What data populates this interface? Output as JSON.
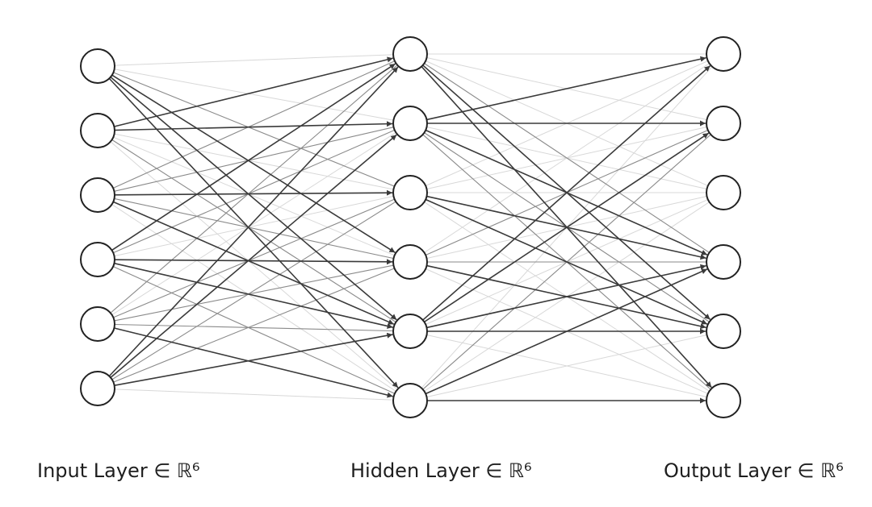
{
  "layers": [
    {
      "id": "input",
      "label": "Input Layer ∈ ℝ⁶",
      "neurons": 6
    },
    {
      "id": "hidden",
      "label": "Hidden Layer ∈ ℝ⁶",
      "neurons": 6
    },
    {
      "id": "output",
      "label": "Output Layer ∈ ℝ⁶",
      "neurons": 6
    }
  ],
  "colors": {
    "node_stroke": "#222222",
    "node_fill": "#ffffff",
    "edge_strong": "#3a3a3a",
    "edge_medium": "#8a8a8a",
    "edge_faint": "#d8d8d8",
    "text": "#1e1e1e"
  },
  "connections": {
    "input_to_hidden": [
      [
        0.05,
        0.1,
        0.35,
        0.85,
        0.9,
        0.7
      ],
      [
        0.9,
        0.95,
        0.2,
        0.15,
        0.4,
        0.15
      ],
      [
        0.35,
        0.4,
        0.85,
        0.3,
        0.7,
        0.25
      ],
      [
        0.8,
        0.3,
        0.25,
        0.85,
        0.7,
        0.35
      ],
      [
        0.3,
        0.25,
        0.4,
        0.35,
        0.3,
        0.75
      ],
      [
        0.85,
        0.75,
        0.35,
        0.3,
        0.85,
        0.1
      ]
    ],
    "hidden_to_output": [
      [
        0.15,
        0.1,
        0.1,
        0.4,
        0.75,
        0.8
      ],
      [
        0.85,
        0.85,
        0.1,
        0.75,
        0.6,
        0.3
      ],
      [
        0.2,
        0.15,
        0.1,
        0.85,
        0.85,
        0.25
      ],
      [
        0.2,
        0.3,
        0.1,
        0.4,
        0.7,
        0.2
      ],
      [
        0.85,
        0.8,
        0.15,
        0.9,
        0.75,
        0.1
      ],
      [
        0.25,
        0.35,
        0.1,
        0.85,
        0.2,
        0.8
      ]
    ]
  }
}
